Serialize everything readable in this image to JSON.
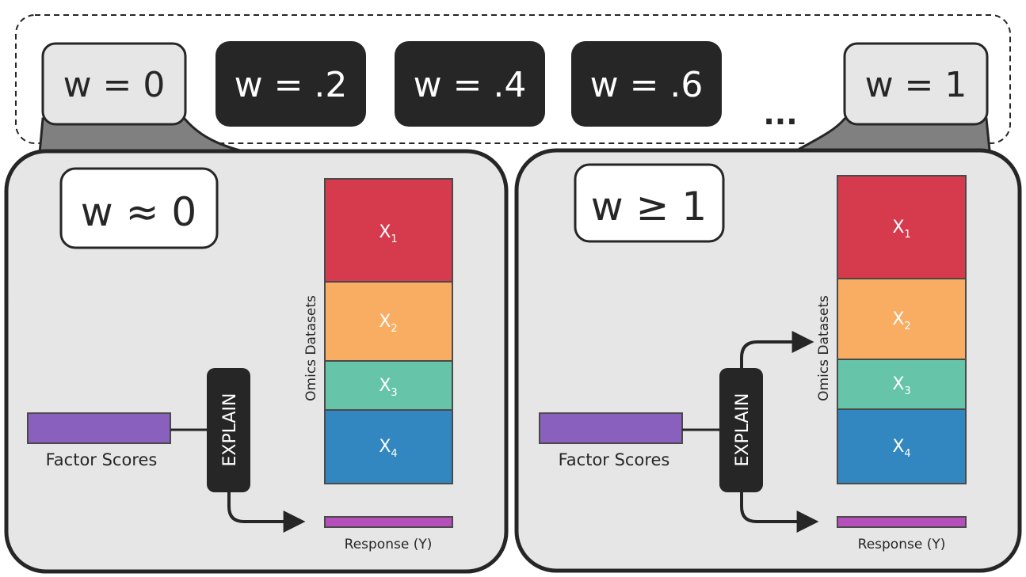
{
  "weights": {
    "w0": "w = 0",
    "w2": "w = .2",
    "w4": "w = .4",
    "w6": "w = .6",
    "ellipsis": "...",
    "w1": "w = 1"
  },
  "left_panel": {
    "condition": "w ≈ 0",
    "axis_label": "Omics Datasets",
    "datasets": [
      {
        "label": "X",
        "sub": "1",
        "color": "#d63b4d"
      },
      {
        "label": "X",
        "sub": "2",
        "color": "#f8ad62"
      },
      {
        "label": "X",
        "sub": "3",
        "color": "#66c5a9"
      },
      {
        "label": "X",
        "sub": "4",
        "color": "#3387c0"
      }
    ],
    "factor_scores": "Factor Scores",
    "explain": "EXPLAIN",
    "response": "Response (Y)"
  },
  "right_panel": {
    "condition": "w ≥ 1",
    "axis_label": "Omics Datasets",
    "datasets": [
      {
        "label": "X",
        "sub": "1",
        "color": "#d63b4d"
      },
      {
        "label": "X",
        "sub": "2",
        "color": "#f8ad62"
      },
      {
        "label": "X",
        "sub": "3",
        "color": "#66c5a9"
      },
      {
        "label": "X",
        "sub": "4",
        "color": "#3387c0"
      }
    ],
    "factor_scores": "Factor Scores",
    "explain": "EXPLAIN",
    "response": "Response (Y)"
  },
  "colors": {
    "panel_fill": "#e6e6e6",
    "dark_box": "#262626",
    "factor_bar": "#8a60be",
    "response_bar": "#b64fbc"
  }
}
